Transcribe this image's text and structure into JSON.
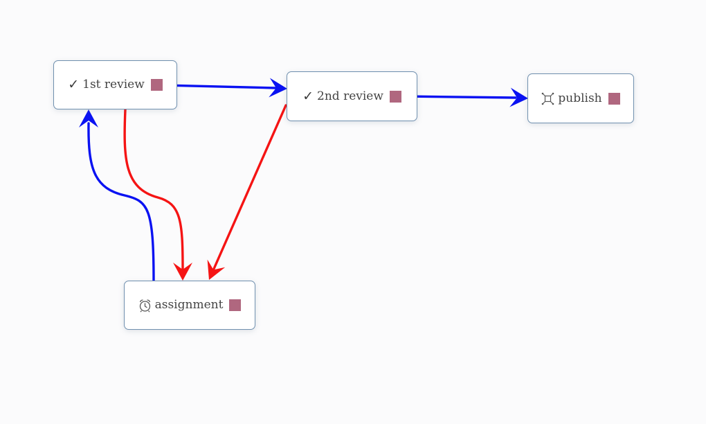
{
  "colors": {
    "endpoint": "#b0677f",
    "forward_connection": "#0a12f2",
    "reject_connection": "#f51414",
    "node_border": "#6f8fae"
  },
  "nodes": [
    {
      "id": "1st-review",
      "label": "1st review",
      "icon": "checkmark-icon"
    },
    {
      "id": "2nd-review",
      "label": "2nd review",
      "icon": "checkmark-icon"
    },
    {
      "id": "publish",
      "label": "publish",
      "icon": "publish-icon"
    },
    {
      "id": "assignment",
      "label": "assignment",
      "icon": "alarm-clock-icon"
    }
  ],
  "connections": [
    {
      "from": "1st-review",
      "to": "2nd-review",
      "kind": "forward"
    },
    {
      "from": "2nd-review",
      "to": "publish",
      "kind": "forward"
    },
    {
      "from": "assignment",
      "to": "1st-review",
      "kind": "forward"
    },
    {
      "from": "1st-review",
      "to": "assignment",
      "kind": "reject"
    },
    {
      "from": "2nd-review",
      "to": "assignment",
      "kind": "reject"
    }
  ]
}
